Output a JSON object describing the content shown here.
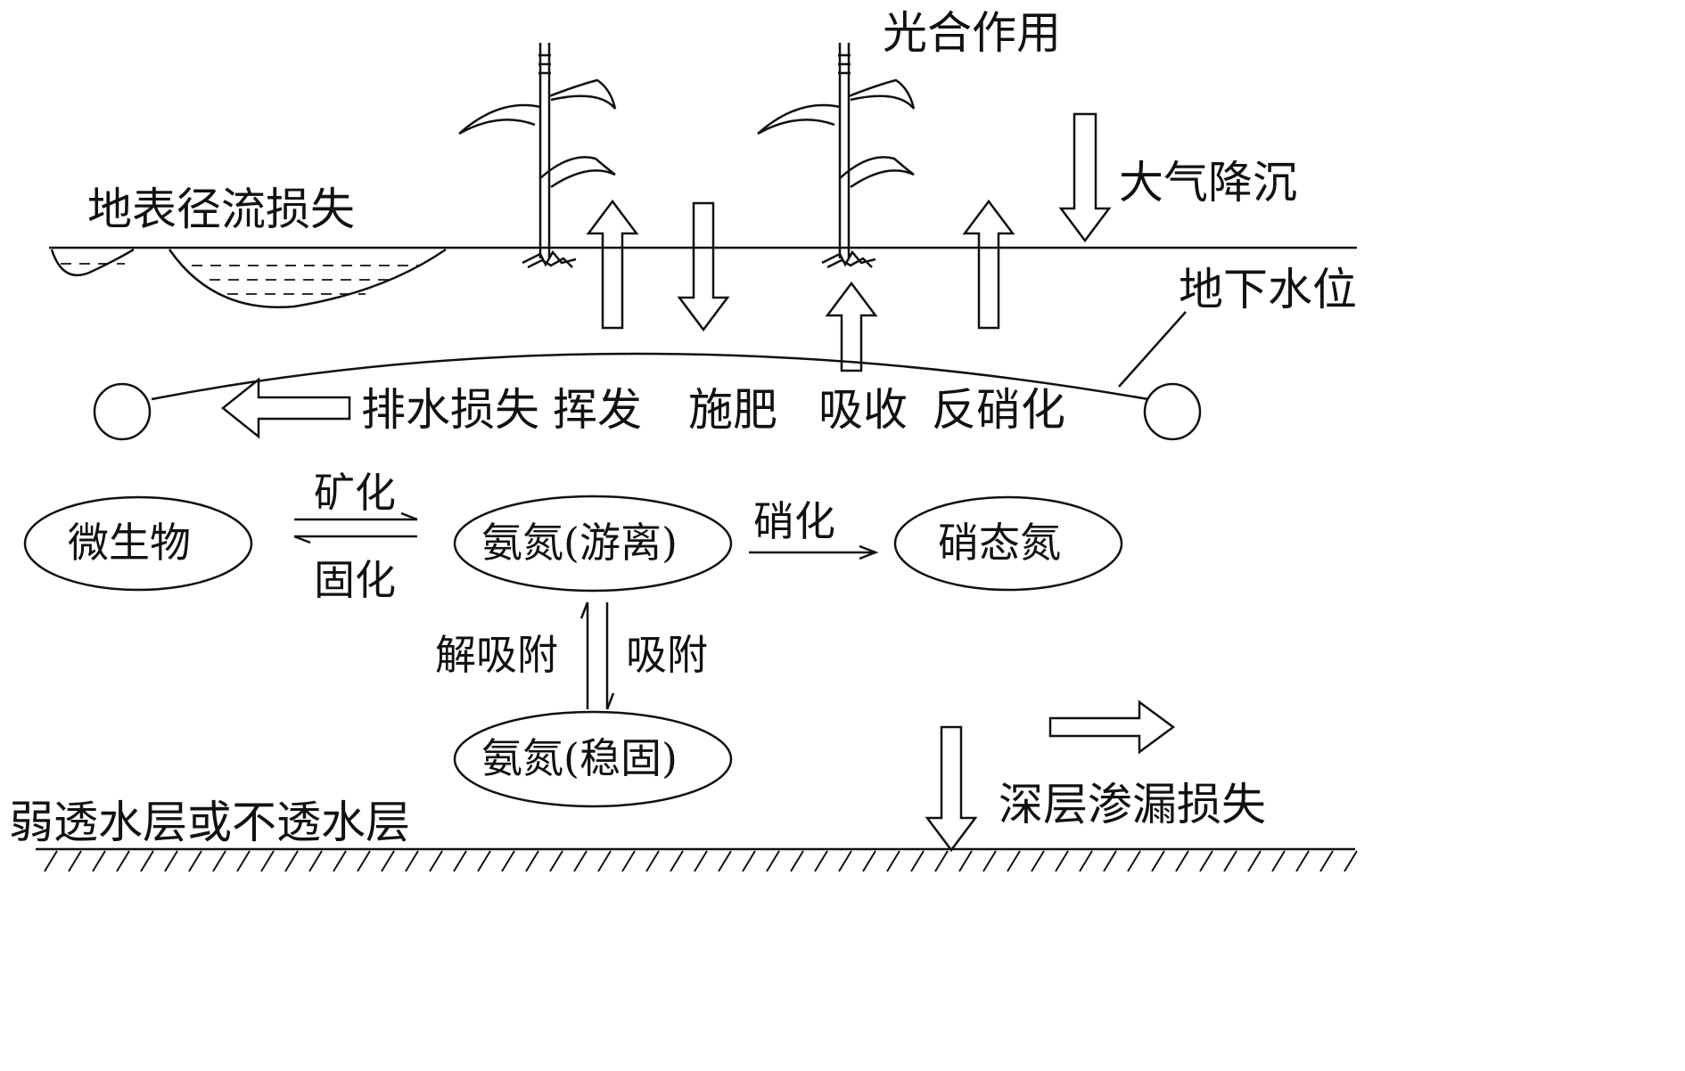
{
  "labels": {
    "photosynthesis": "光合作用",
    "surface_runoff_loss": "地表径流损失",
    "atmospheric_deposition": "大气降沉",
    "groundwater_level": "地下水位",
    "drainage_loss": "排水损失",
    "volatilization": "挥发",
    "fertilization": "施肥",
    "absorption": "吸收",
    "denitrification": "反硝化",
    "mineralization": "矿化",
    "immobilization": "固化",
    "nitrification": "硝化",
    "desorption": "解吸附",
    "adsorption": "吸附",
    "deep_percolation_loss": "深层渗漏损失",
    "impermeable_layer": "弱透水层或不透水层"
  },
  "nodes": {
    "microbes": "微生物",
    "ammonium_free": "氨氮(游离)",
    "nitrate": "硝态氮",
    "ammonium_fixed": "氨氮(稳固)"
  }
}
